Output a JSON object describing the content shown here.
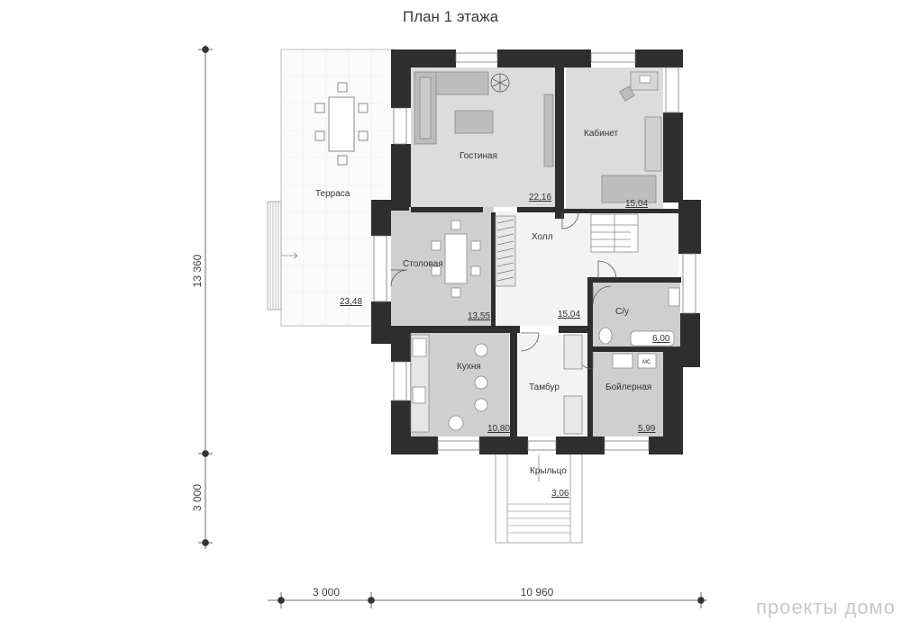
{
  "title": "План 1 этажа",
  "watermark": "проекты домо",
  "rooms": [
    {
      "key": "living",
      "name": "Гостиная",
      "area": "22,16"
    },
    {
      "key": "office",
      "name": "Кабинет",
      "area": "15,04"
    },
    {
      "key": "terrace",
      "name": "Терраса",
      "area": "23,48"
    },
    {
      "key": "dining",
      "name": "Столовая",
      "area": "13,55"
    },
    {
      "key": "hall",
      "name": "Холл",
      "area": "15,04"
    },
    {
      "key": "bath",
      "name": "С/у",
      "area": "6,00"
    },
    {
      "key": "kitchen",
      "name": "Кухня",
      "area": "10,80"
    },
    {
      "key": "vestibule",
      "name": "Тамбур",
      "area": ""
    },
    {
      "key": "boiler",
      "name": "Бойлерная",
      "area": "5,99"
    },
    {
      "key": "porch",
      "name": "Крыльцо",
      "area": "3,06"
    }
  ],
  "equipment": {
    "boiler_mark": "МС"
  },
  "dimensions": {
    "vertical_total": "13 360",
    "vertical_porch": "3 000",
    "horizontal_terrace": "3 000",
    "horizontal_total": "10 960"
  }
}
